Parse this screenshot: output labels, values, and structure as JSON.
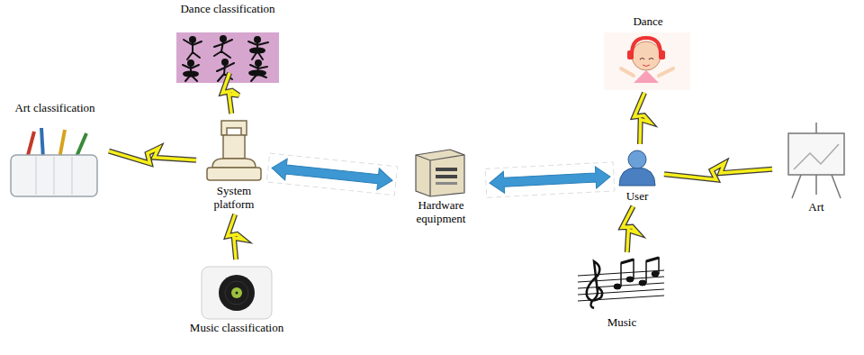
{
  "diagram": {
    "nodes": [
      {
        "text": [
          "Dance classification"
        ]
      },
      {
        "text": [
          "Art classification"
        ]
      },
      {
        "text": [
          "System platform"
        ]
      },
      {
        "text": [
          "Music classification"
        ]
      },
      {
        "text": [
          "Hardware equipment"
        ]
      },
      {
        "text": [
          "Dance"
        ]
      },
      {
        "text": [
          "User"
        ]
      },
      {
        "text": [
          "Art"
        ]
      },
      {
        "text": [
          "Music"
        ]
      }
    ],
    "edges": [
      {
        "from": 0,
        "to": 2,
        "arrow": "none"
      },
      {
        "from": 1,
        "to": 2,
        "arrow": "none"
      },
      {
        "from": 2,
        "to": 3,
        "arrow": "none"
      },
      {
        "from": 2,
        "to": 4,
        "arrow": "both"
      },
      {
        "from": 4,
        "to": 6,
        "arrow": "both"
      },
      {
        "from": 5,
        "to": 6,
        "arrow": "none"
      },
      {
        "from": 6,
        "to": 7,
        "arrow": "none"
      },
      {
        "from": 6,
        "to": 8,
        "arrow": "none"
      }
    ]
  }
}
